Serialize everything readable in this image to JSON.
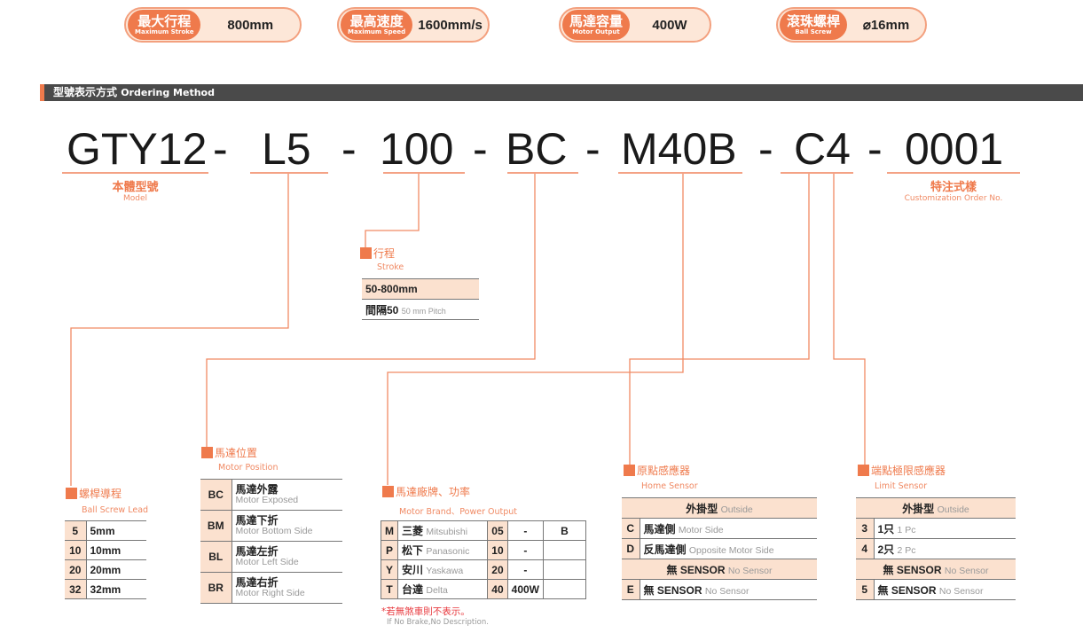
{
  "badges": [
    {
      "zh": "最大行程",
      "en": "Maximum Stroke",
      "value": "800mm"
    },
    {
      "zh": "最高速度",
      "en": "Maximum Speed",
      "value": "1600mm/s"
    },
    {
      "zh": "馬達容量",
      "en": "Motor Output",
      "value": "400W"
    },
    {
      "zh": "滾珠螺桿",
      "en": "Ball Screw",
      "value": "⌀16mm"
    }
  ],
  "section": {
    "zh": "型號表示方式",
    "en": "Ordering Method"
  },
  "code": {
    "model": "GTY12",
    "lead": "L5",
    "stroke": "100",
    "position": "BC",
    "motor": "M40B",
    "sensor": "C4",
    "custom": "0001",
    "sep": "-"
  },
  "model_label": {
    "zh": "本體型號",
    "en": "Model"
  },
  "custom_label": {
    "zh": "特注式樣",
    "en": "Customization Order No."
  },
  "stroke": {
    "zh": "行程",
    "en": "Stroke",
    "range": "50-800mm",
    "pitch_zh": "間隔50",
    "pitch_en": "50 mm Pitch"
  },
  "lead": {
    "zh": "螺桿導程",
    "en": "Ball Screw Lead",
    "rows": [
      [
        "5",
        "5mm"
      ],
      [
        "10",
        "10mm"
      ],
      [
        "20",
        "20mm"
      ],
      [
        "32",
        "32mm"
      ]
    ]
  },
  "position": {
    "zh": "馬達位置",
    "en": "Motor Position",
    "rows": [
      [
        "BC",
        "馬達外露",
        "Motor Exposed"
      ],
      [
        "BM",
        "馬達下折",
        "Motor Bottom Side"
      ],
      [
        "BL",
        "馬達左折",
        "Motor Left Side"
      ],
      [
        "BR",
        "馬達右折",
        "Motor Right Side"
      ]
    ]
  },
  "brand": {
    "zh": "馬達廠牌、功率",
    "en": "Motor Brand、Power Output",
    "rows": [
      [
        "M",
        "三菱",
        "Mitsubishi",
        "05",
        "-",
        "B"
      ],
      [
        "P",
        "松下",
        "Panasonic",
        "10",
        "-",
        ""
      ],
      [
        "Y",
        "安川",
        "Yaskawa",
        "20",
        "-",
        ""
      ],
      [
        "T",
        "台達",
        "Delta",
        "40",
        "400W",
        ""
      ]
    ],
    "note_zh": "*若無煞車則不表示。",
    "note_en": "If No Brake,No Description."
  },
  "home": {
    "zh": "原點感應器",
    "en": "Home Sensor",
    "outside_zh": "外掛型",
    "outside_en": "Outside",
    "rows": [
      [
        "C",
        "馬達側",
        "Motor Side"
      ],
      [
        "D",
        "反馬達側",
        "Opposite Motor Side"
      ]
    ],
    "none_zh": "無 SENSOR",
    "none_en": "No Sensor",
    "none_row": [
      "E",
      "無 SENSOR",
      "No Sensor"
    ]
  },
  "limit": {
    "zh": "端點極限感應器",
    "en": "Limit Sensor",
    "outside_zh": "外掛型",
    "outside_en": "Outside",
    "rows": [
      [
        "3",
        "1只",
        "1 Pc"
      ],
      [
        "4",
        "2只",
        "2 Pc"
      ]
    ],
    "none_zh": "無 SENSOR",
    "none_en": "No Sensor",
    "none_row": [
      "5",
      "無 SENSOR",
      "No Sensor"
    ]
  },
  "colors": {
    "accent": "#ef7a4c",
    "peach": "#fbe1cf",
    "header": "#4a4a4a"
  }
}
